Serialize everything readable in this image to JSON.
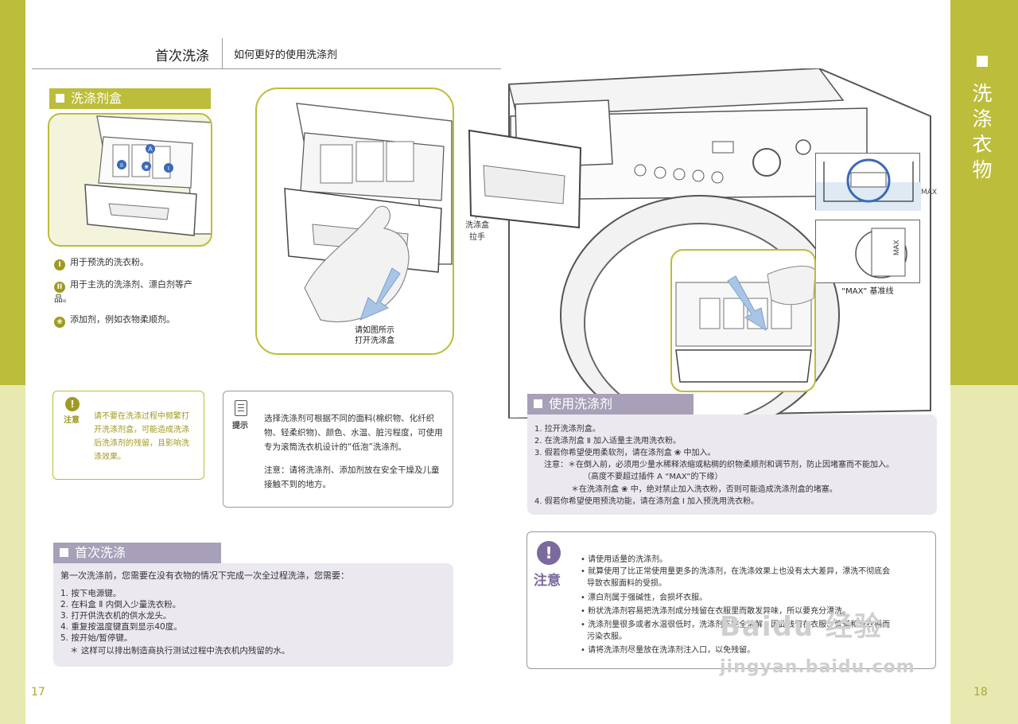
{
  "header": {
    "title": "首次洗涤",
    "subtitle": "如何更好的使用洗涤剂"
  },
  "side_title": "洗涤衣物",
  "detergent_box": {
    "heading": "洗涤剂盒",
    "legend": [
      {
        "mark": "I",
        "text": "用于预洗的洗衣粉。"
      },
      {
        "mark": "II",
        "text": "用于主洗的洗涤剂、漂白剂等产品。"
      },
      {
        "mark": "❀",
        "text": "添加剂，例如衣物柔顺剂。"
      }
    ],
    "drawer_labels": {
      "a": "A",
      "b": "II",
      "c": "❀",
      "d": "I"
    }
  },
  "illustration": {
    "open_label": "请如图所示\n打开洗涤盒",
    "handle_label": "洗涤盒\n拉手",
    "max_line_label": "“MAX” 基准线",
    "max_small": "MAX"
  },
  "note_left": {
    "label": "注意",
    "text": "请不要在洗涤过程中频繁打开洗涤剂盒，可能造成洗涤后洗涤剂的残留，且影响洗涤效果。"
  },
  "tip": {
    "label": "提示",
    "text1": "选择洗涤剂可根据不同的面料(棉织物、化纤织物、轻柔织物)、颜色、水温、脏污程度，可使用专为滚筒洗衣机设计的“低泡”洗涤剂。",
    "text2": "注意：请将洗涤剂、添加剂放在安全干燥及儿童接触不到的地方。"
  },
  "first_wash": {
    "heading": "首次洗涤",
    "intro": "第一次洗涤前，您需要在没有衣物的情况下完成一次全过程洗涤，您需要：",
    "steps": [
      "1. 按下电源键。",
      "2. 在料盒 Ⅱ 内倒入少量洗衣粉。",
      "3. 打开供洗衣机的供水龙头。",
      "4. 重复按温度键直到显示40度。",
      "5. 按开始/暂停键。"
    ],
    "footnote": "＊ 这样可以排出制造商执行测试过程中洗衣机内残留的水。"
  },
  "use_detergent": {
    "heading": "使用洗涤剂",
    "lines": [
      "1. 拉开洗涤剂盒。",
      "2. 在洗涤剂盒 Ⅱ 加入适量主洗用洗衣粉。",
      "3. 假若你希望使用柔软剂，请在涤剂盒 ❀ 中加入。",
      "注意：＊在倒入前，必须用少量水稀释浓缩或粘稠的织物柔顺剂和调节剂，防止因堵塞而不能加入。",
      "（高度不要超过插件 A “MAX”的下缘）",
      "＊在洗涤剂盒 ❀ 中，绝对禁止加入洗衣粉，否则可能造成洗涤剂盒的堵塞。",
      "4. 假若你希望使用预洗功能，请在涤剂盒 Ⅰ 加入预洗用洗衣粉。"
    ]
  },
  "caution_right": {
    "label": "注意",
    "items": [
      "• 请使用适量的洗涤剂。",
      "• 就算使用了比正常使用量更多的洗涤剂，在洗涤效果上也没有太大差异，漂洗不彻底会",
      "导致衣服面料的受损。",
      "• 漂白剂属于强碱性，会损坏衣服。",
      "• 粉状洗涤剂容易把洗涤剂成分残留在衣服里而散发异味，所以要充分漂洗。",
      "• 洗涤剂量很多或者水温很低时，洗涤剂不完全溶解，因此残留在衣服、管道和洗衣桶而",
      "污染衣服。",
      "• 请将洗涤剂尽量放在洗涤剂注入口，以免残留。"
    ]
  },
  "page_numbers": {
    "left": "17",
    "right": "18"
  },
  "watermark": {
    "text": "Baidu 经验",
    "url": "jingyan.baidu.com"
  },
  "colors": {
    "olive": "#bcbd3a",
    "light_olive": "#e8e9b0",
    "purple": "#a8a0b8",
    "panel": "#ebe8f0"
  }
}
